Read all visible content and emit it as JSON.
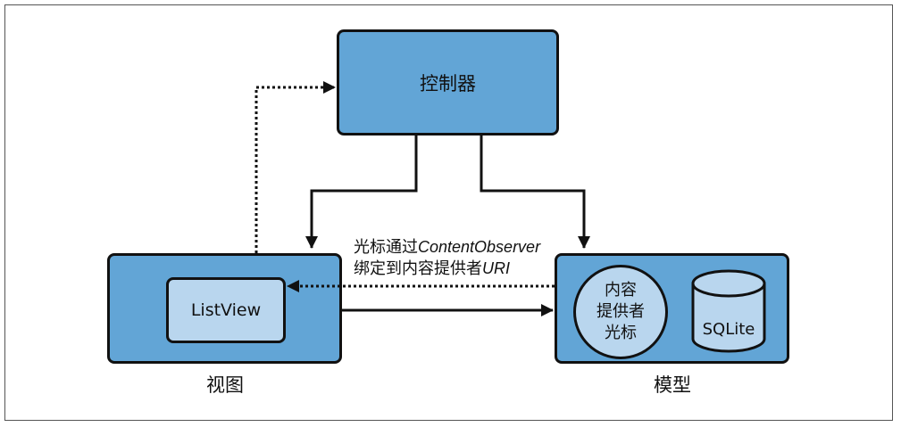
{
  "diagram": {
    "controller": {
      "label": "控制器"
    },
    "view": {
      "box_label": "视图",
      "listview_label": "ListView"
    },
    "model": {
      "box_label": "模型",
      "cursor_line1": "内容",
      "cursor_line2": "提供者",
      "cursor_line3": "光标",
      "sqlite_label": "SQLite"
    },
    "annotation": {
      "line1_prefix": "光标通过",
      "line1_italic": "ContentObserver",
      "line2_prefix": "绑定到内容提供者",
      "line2_italic": "URI"
    }
  }
}
